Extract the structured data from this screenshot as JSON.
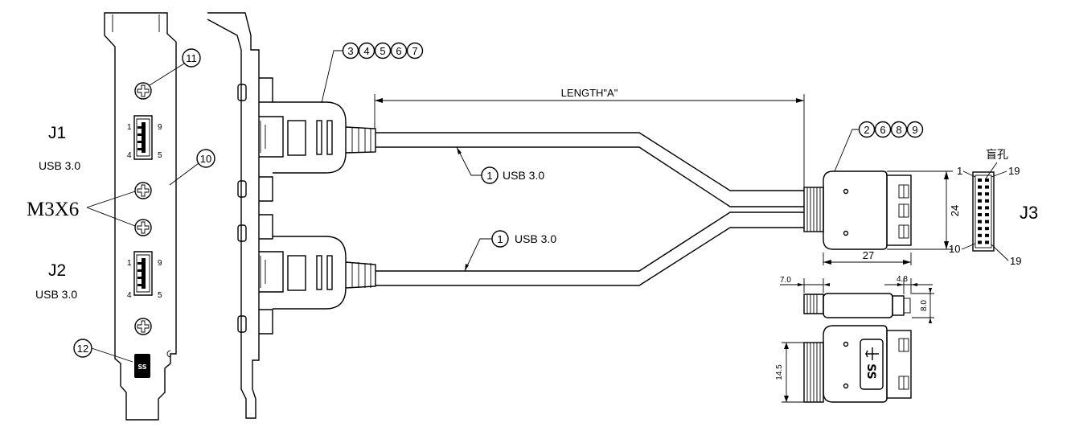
{
  "labels": {
    "j1": "J1",
    "j1_type": "USB 3.0",
    "j2": "J2",
    "j2_type": "USB 3.0",
    "j3": "J3",
    "screw": "M3X6",
    "length": "LENGTH\"A\"",
    "cable1_type": "USB 3.0",
    "cable2_type": "USB 3.0",
    "blind_hole": "盲孔"
  },
  "callouts": {
    "top_group": [
      "3",
      "4",
      "5",
      "6",
      "7"
    ],
    "right_group": [
      "2",
      "6",
      "8",
      "9"
    ],
    "c10": "10",
    "c11": "11",
    "c12": "12",
    "cable1": "1",
    "cable2": "1"
  },
  "pins": {
    "j1_a": "1",
    "j1_b": "9",
    "j1_c": "4",
    "j1_d": "5",
    "j2_a": "1",
    "j2_b": "9",
    "j2_c": "4",
    "j2_d": "5",
    "j3_a": "1",
    "j3_b": "19",
    "j3_c": "10",
    "j3_d": "19"
  },
  "dimensions": {
    "height": "24",
    "width": "27",
    "offset_left": "7.0",
    "offset_right": "4.8",
    "thickness": "8.0",
    "body_height": "14.5"
  }
}
